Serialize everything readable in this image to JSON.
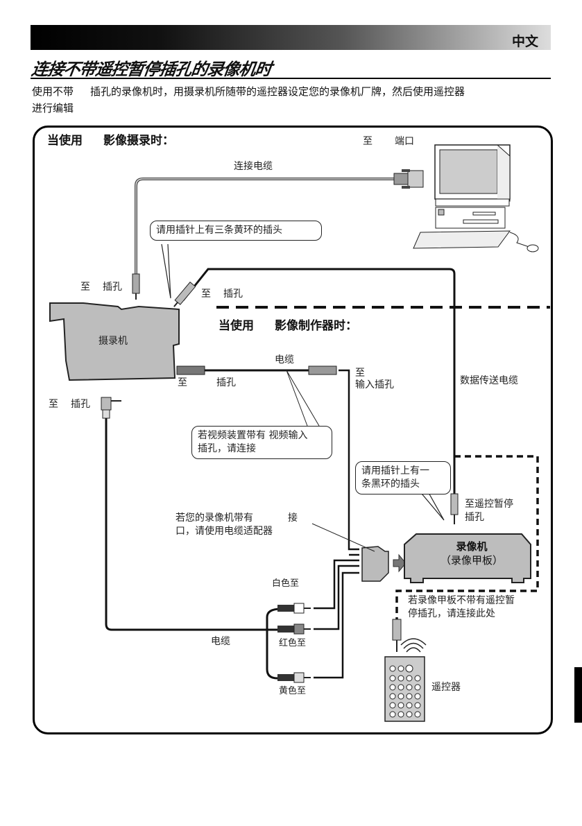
{
  "header": {
    "language": "中文",
    "title": "连接不带遥控暂停插孔的录像机时"
  },
  "intro": {
    "line1_a": "使用不带",
    "line1_b": "插孔的录像机时，用摄录机所随带的遥控器设定您的录像机厂牌，然后使用遥控器",
    "line2": "进行编辑"
  },
  "diagram": {
    "section1": {
      "heading_a": "当使用",
      "heading_b": "影像摄录时："
    },
    "section2": {
      "heading_a": "当使用",
      "heading_b": "影像制作器时："
    },
    "labels": {
      "to_port_a": "至",
      "to_port_b": "端口",
      "connection_cable": "连接电缆",
      "cam_jack_top_a": "至",
      "cam_jack_top_b": "插孔",
      "plug_jack_a": "至",
      "plug_jack_b": "插孔",
      "camcorder": "摄录机",
      "s_cable": "电缆",
      "s_jack_a": "至",
      "s_jack_b": "插孔",
      "to_input_1": "至",
      "to_input_2": "输入插孔",
      "data_cable": "数据传送电缆",
      "av_jack_a": "至",
      "av_jack_b": "插孔",
      "adapter_note_1a": "若您的录像机带有",
      "adapter_note_1b": "接",
      "adapter_note_2": "口，请使用电缆适配器",
      "remote_pause_1": "至遥控暂停",
      "remote_pause_2": "插孔",
      "white_to": "白色至",
      "red_to": "红色至",
      "yellow_to": "黄色至",
      "av_cable": "电缆",
      "no_pause_note_1": "若录像甲板不带有遥控暂",
      "no_pause_note_2": "停插孔，请连接此处",
      "remote_control": "遥控器",
      "vcr_main": "录像机",
      "vcr_sub": "（录像甲板）"
    },
    "bubbles": {
      "three_rings": "请用插针上有三条黄环的插头",
      "video_in_1": "若视频装置带有  视频输入",
      "video_in_2": "插孔，请连接",
      "one_ring_1": "请用插针上有一",
      "one_ring_2": "条黑环的插头"
    }
  }
}
